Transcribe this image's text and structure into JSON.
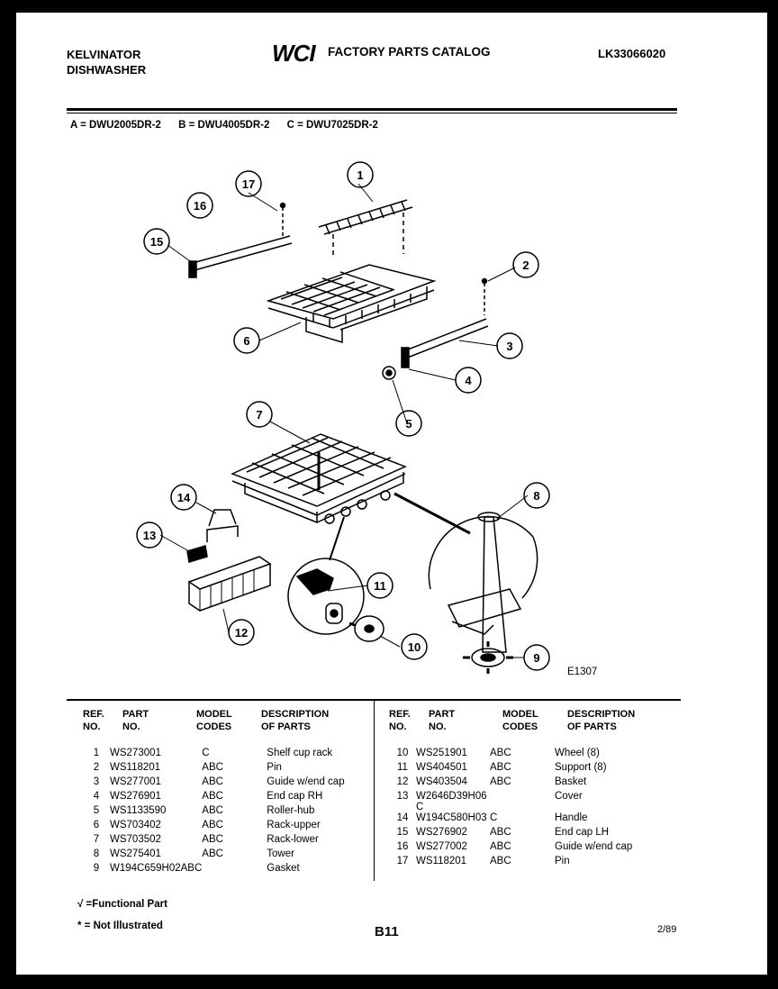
{
  "header": {
    "brand_line1": "KELVINATOR",
    "brand_line2": "DISHWASHER",
    "logo": "WCI",
    "catalog_title": "FACTORY PARTS CATALOG",
    "catalog_number": "LK33066020"
  },
  "models": [
    "A = DWU2005DR-2",
    "B = DWU4005DR-2",
    "C = DWU7025DR-2"
  ],
  "diagram": {
    "callouts": [
      "1",
      "2",
      "3",
      "4",
      "5",
      "6",
      "7",
      "8",
      "9",
      "10",
      "11",
      "12",
      "13",
      "14",
      "15",
      "16",
      "17"
    ],
    "code": "E1307"
  },
  "table": {
    "headers": {
      "ref": "REF.",
      "ref2": "NO.",
      "part": "PART",
      "part2": "NO.",
      "model": "MODEL",
      "model2": "CODES",
      "desc": "DESCRIPTION",
      "desc2": "OF PARTS"
    },
    "left_rows": [
      {
        "ref": "1",
        "part": "WS273001",
        "codes": "C",
        "desc": "Shelf cup rack"
      },
      {
        "ref": "2",
        "part": "WS118201",
        "codes": "ABC",
        "desc": "Pin"
      },
      {
        "ref": "3",
        "part": "WS277001",
        "codes": "ABC",
        "desc": "Guide w/end cap"
      },
      {
        "ref": "4",
        "part": "WS276901",
        "codes": "ABC",
        "desc": "End cap RH"
      },
      {
        "ref": "5",
        "part": "WS1133590",
        "codes": "ABC",
        "desc": "Roller-hub"
      },
      {
        "ref": "6",
        "part": "WS703402",
        "codes": "ABC",
        "desc": "Rack-upper"
      },
      {
        "ref": "7",
        "part": "WS703502",
        "codes": "ABC",
        "desc": "Rack-lower"
      },
      {
        "ref": "8",
        "part": "WS275401",
        "codes": "ABC",
        "desc": "Tower"
      },
      {
        "ref": "9",
        "part": "W194C659H02ABC",
        "codes": "",
        "desc": "Gasket"
      }
    ],
    "right_rows": [
      {
        "ref": "10",
        "part": "WS251901",
        "codes": "ABC",
        "desc": "Wheel (8)"
      },
      {
        "ref": "11",
        "part": "WS404501",
        "codes": "ABC",
        "desc": "Support (8)"
      },
      {
        "ref": "12",
        "part": "WS403504",
        "codes": "ABC",
        "desc": "Basket"
      },
      {
        "ref": "13",
        "part": "W2646D39H06 C",
        "codes": "",
        "desc": "Cover"
      },
      {
        "ref": "14",
        "part": "W194C580H03",
        "codes": "C",
        "desc": "Handle"
      },
      {
        "ref": "15",
        "part": "WS276902",
        "codes": "ABC",
        "desc": "End cap LH"
      },
      {
        "ref": "16",
        "part": "WS277002",
        "codes": "ABC",
        "desc": "Guide w/end cap"
      },
      {
        "ref": "17",
        "part": "WS118201",
        "codes": "ABC",
        "desc": "Pin"
      }
    ]
  },
  "footer": {
    "functional_note": "√ =Functional Part",
    "not_illustrated_note": "* = Not Illustrated",
    "page": "B11",
    "date": "2/89"
  }
}
